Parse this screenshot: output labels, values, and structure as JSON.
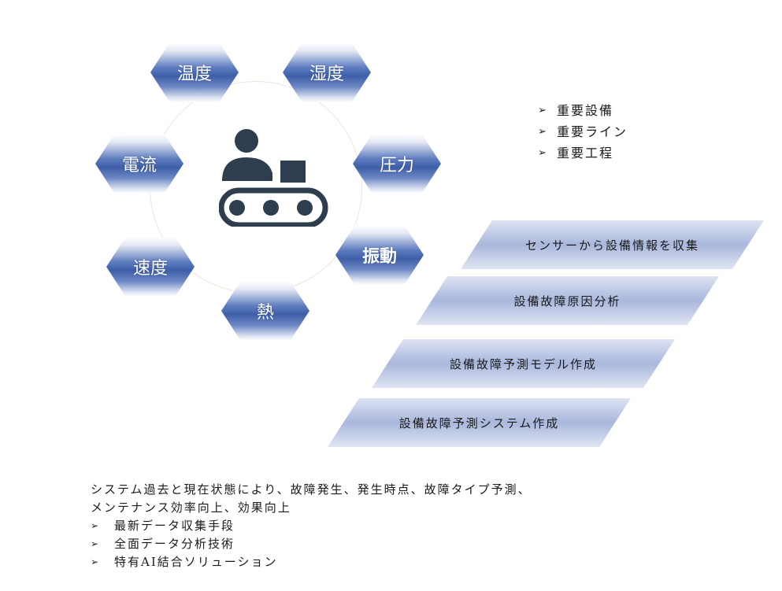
{
  "sensor_ring": {
    "center_icon": "conveyor-worker-icon",
    "hexagons": [
      {
        "label": "温度",
        "name": "hex-temperature",
        "bold": false
      },
      {
        "label": "湿度",
        "name": "hex-humidity",
        "bold": false
      },
      {
        "label": "圧力",
        "name": "hex-pressure",
        "bold": false
      },
      {
        "label": "振動",
        "name": "hex-vibration",
        "bold": true
      },
      {
        "label": "熱",
        "name": "hex-heat",
        "bold": false
      },
      {
        "label": "速度",
        "name": "hex-speed",
        "bold": false
      },
      {
        "label": "電流",
        "name": "hex-current",
        "bold": false
      }
    ]
  },
  "targets": {
    "arrow_icon": "➢",
    "items": [
      "重要設備",
      "重要ライン",
      "重要工程"
    ]
  },
  "steps": [
    "センサーから設備情報を収集",
    "設備故障原因分析",
    "設備故障予測モデル作成",
    "設備故障予測システム作成"
  ],
  "summary": {
    "line1": "システム過去と現在状態により、故障発生、発生時点、故障タイプ予測、",
    "line2": "メンテナンス効率向上、効果向上",
    "arrow_icon": "➢",
    "items": [
      "最新データ収集手段",
      "全面データ分析技術",
      "特有AI結合ソリューション"
    ]
  },
  "colors": {
    "hex_dark": "#3e5ea8",
    "step_fill": "#a9b7dc",
    "icon": "#2e3e4e",
    "ring": "#e9e8da"
  }
}
